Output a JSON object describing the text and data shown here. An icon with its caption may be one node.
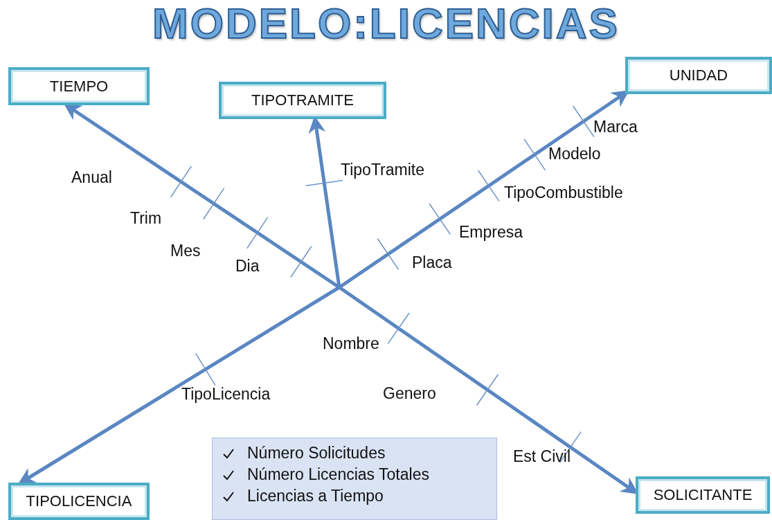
{
  "diagram": {
    "title": "MODELO:LICENCIAS",
    "nodes": [
      {
        "text": [
          "TIEMPO"
        ]
      },
      {
        "text": [
          "TIPOTRAMITE"
        ]
      },
      {
        "text": [
          "UNIDAD"
        ]
      },
      {
        "text": [
          "TIPOLICENCIA"
        ]
      },
      {
        "text": [
          "SOLICITANTE"
        ]
      },
      {
        "text": [
          "Número Solicitudes",
          "Número Licencias Totales",
          "Licencias a Tiempo"
        ]
      }
    ],
    "edges": [
      {
        "from": null,
        "to": 0,
        "arrow": "to"
      },
      {
        "from": null,
        "to": 1,
        "arrow": "to"
      },
      {
        "from": null,
        "to": 2,
        "arrow": "to"
      },
      {
        "from": null,
        "to": 3,
        "arrow": "to"
      },
      {
        "from": null,
        "to": 4,
        "arrow": "to"
      }
    ],
    "labels": [
      "Anual",
      "Trim",
      "Mes",
      "Dia",
      "TipoTramite",
      "Marca",
      "Modelo",
      "TipoCombustible",
      "Empresa",
      "Placa",
      "Nombre",
      "TipoLicencia",
      "Genero",
      "Est Civil"
    ]
  }
}
